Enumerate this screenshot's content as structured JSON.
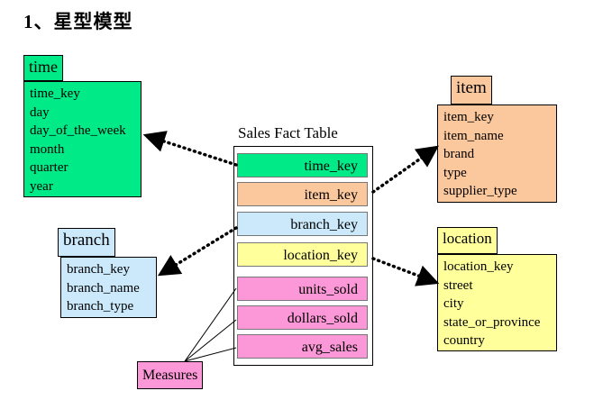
{
  "heading": "1、星型模型",
  "fact_table": {
    "title": "Sales Fact Table",
    "rows": [
      "time_key",
      "item_key",
      "branch_key",
      "location_key",
      "units_sold",
      "dollars_sold",
      "avg_sales"
    ]
  },
  "dimensions": {
    "time": {
      "name": "time",
      "attributes": [
        "time_key",
        "day",
        "day_of_the_week",
        "month",
        "quarter",
        "year"
      ]
    },
    "item": {
      "name": "item",
      "attributes": [
        "item_key",
        "item_name",
        "brand",
        "type",
        "supplier_type"
      ]
    },
    "branch": {
      "name": "branch",
      "attributes": [
        "branch_key",
        "branch_name",
        "branch_type"
      ]
    },
    "location": {
      "name": "location",
      "attributes": [
        "location_key",
        "street",
        "city",
        "state_or_province",
        "country"
      ]
    }
  },
  "measures_label": "Measures",
  "colors": {
    "time": "#00ea87",
    "item": "#fbc79c",
    "branch": "#cbe9fb",
    "location": "#ffff9c",
    "measures": "#fc98d7"
  }
}
